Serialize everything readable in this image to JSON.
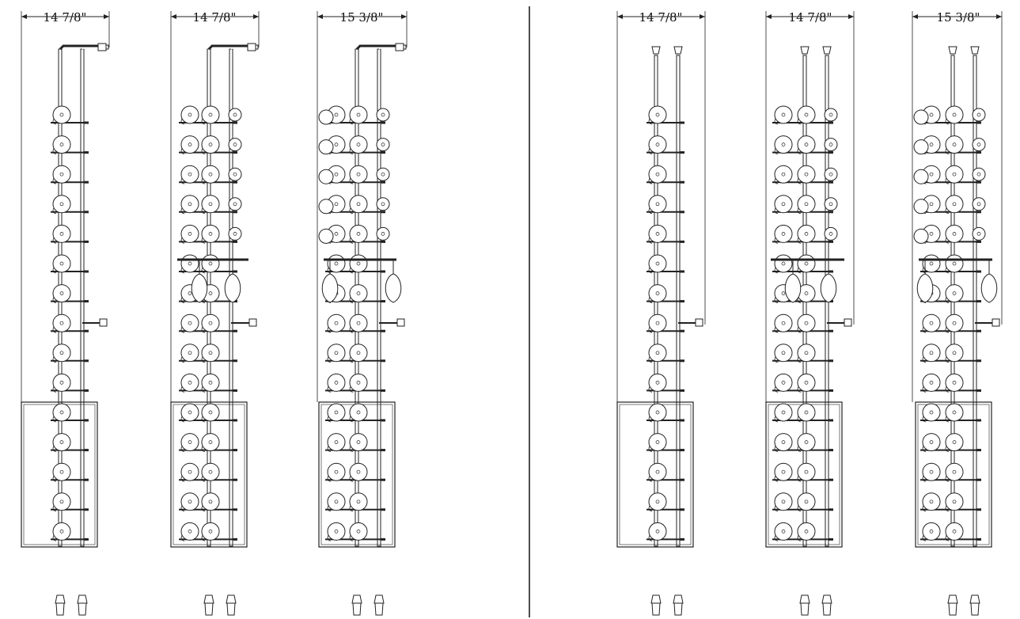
{
  "colors": {
    "line": "#222222",
    "background": "#ffffff",
    "divider": "#111111"
  },
  "divider": {
    "present": true
  },
  "racks": [
    {
      "id": "rack-1",
      "dimension_label": "14 7/8\"",
      "columns": 1,
      "side_bottles": false,
      "top": "offset-arm",
      "glass_holder": false
    },
    {
      "id": "rack-2",
      "dimension_label": "14 7/8\"",
      "columns": 2,
      "side_bottles": true,
      "top": "offset-arm",
      "glass_holder": true
    },
    {
      "id": "rack-3",
      "dimension_label": "15 3/8\"",
      "columns": 2,
      "side_bottles": true,
      "top": "offset-arm",
      "glass_holder": true,
      "front_bottles": true
    },
    {
      "id": "rack-4",
      "dimension_label": "14 7/8\"",
      "columns": 1,
      "side_bottles": false,
      "top": "straight-caps",
      "glass_holder": false
    },
    {
      "id": "rack-5",
      "dimension_label": "14 7/8\"",
      "columns": 2,
      "side_bottles": true,
      "top": "straight-caps",
      "glass_holder": true
    },
    {
      "id": "rack-6",
      "dimension_label": "15 3/8\"",
      "columns": 2,
      "side_bottles": true,
      "top": "straight-caps",
      "glass_holder": true,
      "front_bottles": true
    }
  ],
  "rows": {
    "count": 15,
    "upper_side_rows": 5
  }
}
